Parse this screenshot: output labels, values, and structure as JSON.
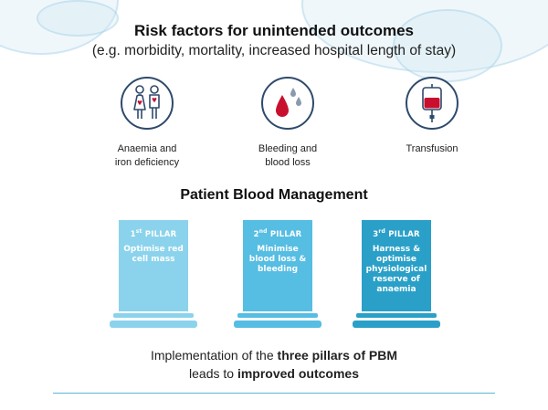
{
  "header": {
    "title": "Risk factors for unintended outcomes",
    "subtitle": "(e.g. morbidity, mortality, increased hospital length of stay)"
  },
  "risk_factors": [
    {
      "icon": "people-heart-icon",
      "label_line1": "Anaemia and",
      "label_line2": "iron deficiency"
    },
    {
      "icon": "blood-drops-icon",
      "label_line1": "Bleeding and",
      "label_line2": "blood loss"
    },
    {
      "icon": "transfusion-bag-icon",
      "label_line1": "Transfusion",
      "label_line2": ""
    }
  ],
  "pbm": {
    "title": "Patient Blood Management",
    "pillars": [
      {
        "ordinal": "1",
        "suffix": "st",
        "word": "PILLAR",
        "text": "Optimise red cell mass",
        "color": "#8bd3ec"
      },
      {
        "ordinal": "2",
        "suffix": "nd",
        "word": "PILLAR",
        "text": "Minimise blood loss & bleeding",
        "color": "#56bde3"
      },
      {
        "ordinal": "3",
        "suffix": "rd",
        "word": "PILLAR",
        "text": "Harness & optimise physiological reserve of anaemia",
        "color": "#2aa0c8"
      }
    ]
  },
  "implementation": {
    "line1_prefix": "Implementation of the ",
    "line1_bold": "three pillars of PBM",
    "line2_prefix": "leads to ",
    "line2_bold": "improved outcomes"
  },
  "colors": {
    "icon_outline": "#2f4a6c",
    "blood_red": "#c8102e",
    "divider": "#5ab8dc"
  }
}
